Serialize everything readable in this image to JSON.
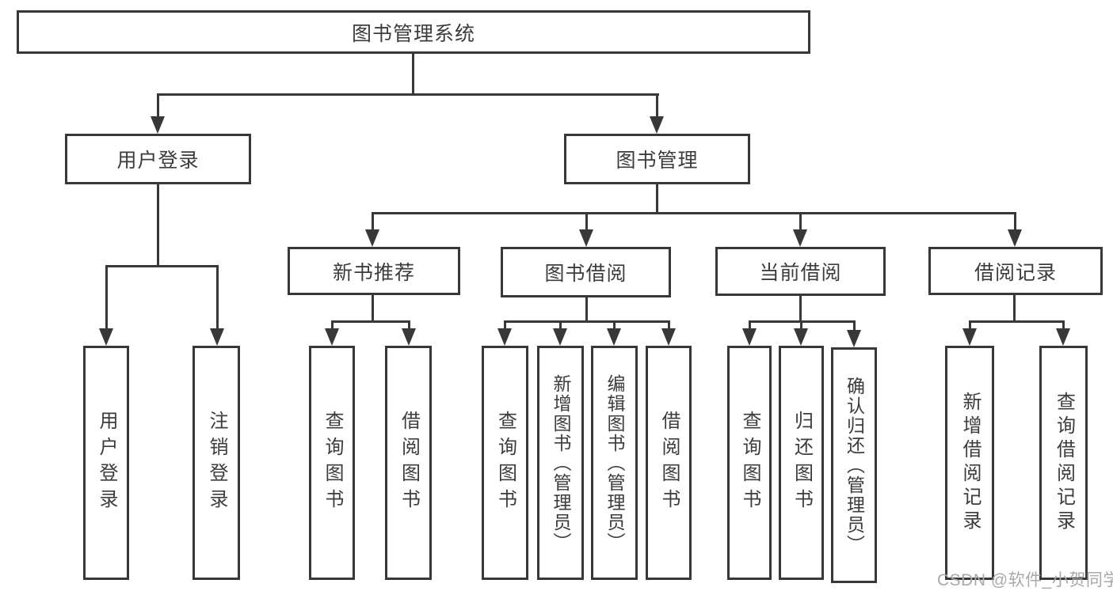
{
  "diagram_type": "hierarchy-tree",
  "colors": {
    "background": "#ffffff",
    "line": "#383838",
    "text": "#3c3c3c",
    "watermark": "#a9a9a9"
  },
  "tree": {
    "label": "图书管理系统",
    "children": [
      {
        "label": "用户登录",
        "children": [
          {
            "label": "用户登录"
          },
          {
            "label": "注销登录"
          }
        ]
      },
      {
        "label": "图书管理",
        "children": [
          {
            "label": "新书推荐",
            "children": [
              {
                "label": "查询图书"
              },
              {
                "label": "借阅图书"
              }
            ]
          },
          {
            "label": "图书借阅",
            "children": [
              {
                "label": "查询图书"
              },
              {
                "label": "新增图书（管理员）"
              },
              {
                "label": "编辑图书（管理员）"
              },
              {
                "label": "借阅图书"
              }
            ]
          },
          {
            "label": "当前借阅",
            "children": [
              {
                "label": "查询图书"
              },
              {
                "label": "归还图书"
              },
              {
                "label": "确认归还（管理员）"
              }
            ]
          },
          {
            "label": "借阅记录",
            "children": [
              {
                "label": "新增借阅记录"
              },
              {
                "label": "查询借阅记录"
              }
            ]
          }
        ]
      }
    ]
  },
  "watermark": {
    "text": "CSDN @软件_小贺同学"
  }
}
